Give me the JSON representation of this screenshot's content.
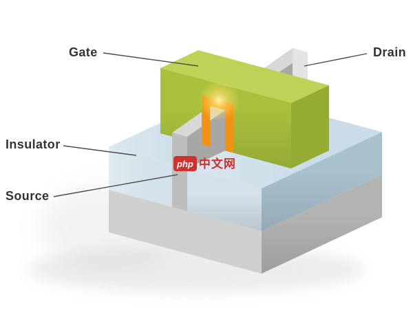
{
  "labels": {
    "gate": "Gate",
    "drain": "Drain",
    "insulator": "Insulator",
    "source": "Source"
  },
  "watermark": {
    "badge_text": "php",
    "site_text": "中文网"
  },
  "colors": {
    "background": "#ffffff",
    "label_text": "#333333",
    "leader_line": "#4a4a4a",
    "substrate_front": "#cfcfcd",
    "substrate_side": "#b3b3b1",
    "insulator_front": "#d3e1ea",
    "insulator_side": "#a9c0cd",
    "insulator_top": "#c9dce7",
    "fin_front": "#bdbdbb",
    "fin_side": "#a7a7a5",
    "fin_top": "#d8d8d6",
    "fin_end": "#e3e3e1",
    "gate_top": "#bdd256",
    "gate_front": "#a9c03d",
    "gate_side": "#94ac31",
    "oxide_band": "#f29212",
    "junction_glow": "#ffe878",
    "watermark_red": "#cf3030"
  }
}
